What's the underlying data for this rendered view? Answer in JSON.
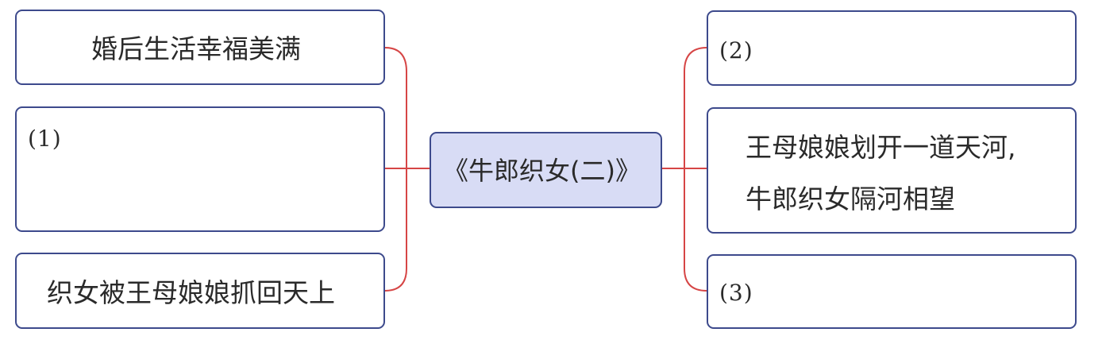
{
  "center": {
    "title": "《牛郎织女(二)》"
  },
  "left": [
    {
      "text": "婚后生活幸福美满"
    },
    {
      "text": "(1)"
    },
    {
      "text": "织女被王母娘娘抓回天上"
    }
  ],
  "right": [
    {
      "text": "(2)"
    },
    {
      "line1": "王母娘娘划开一道天河,",
      "line2": "牛郎织女隔河相望"
    },
    {
      "text": "(3)"
    }
  ],
  "colors": {
    "connector": "#d64545",
    "border": "#3d4a8c",
    "center_fill": "#d8dcf5"
  }
}
